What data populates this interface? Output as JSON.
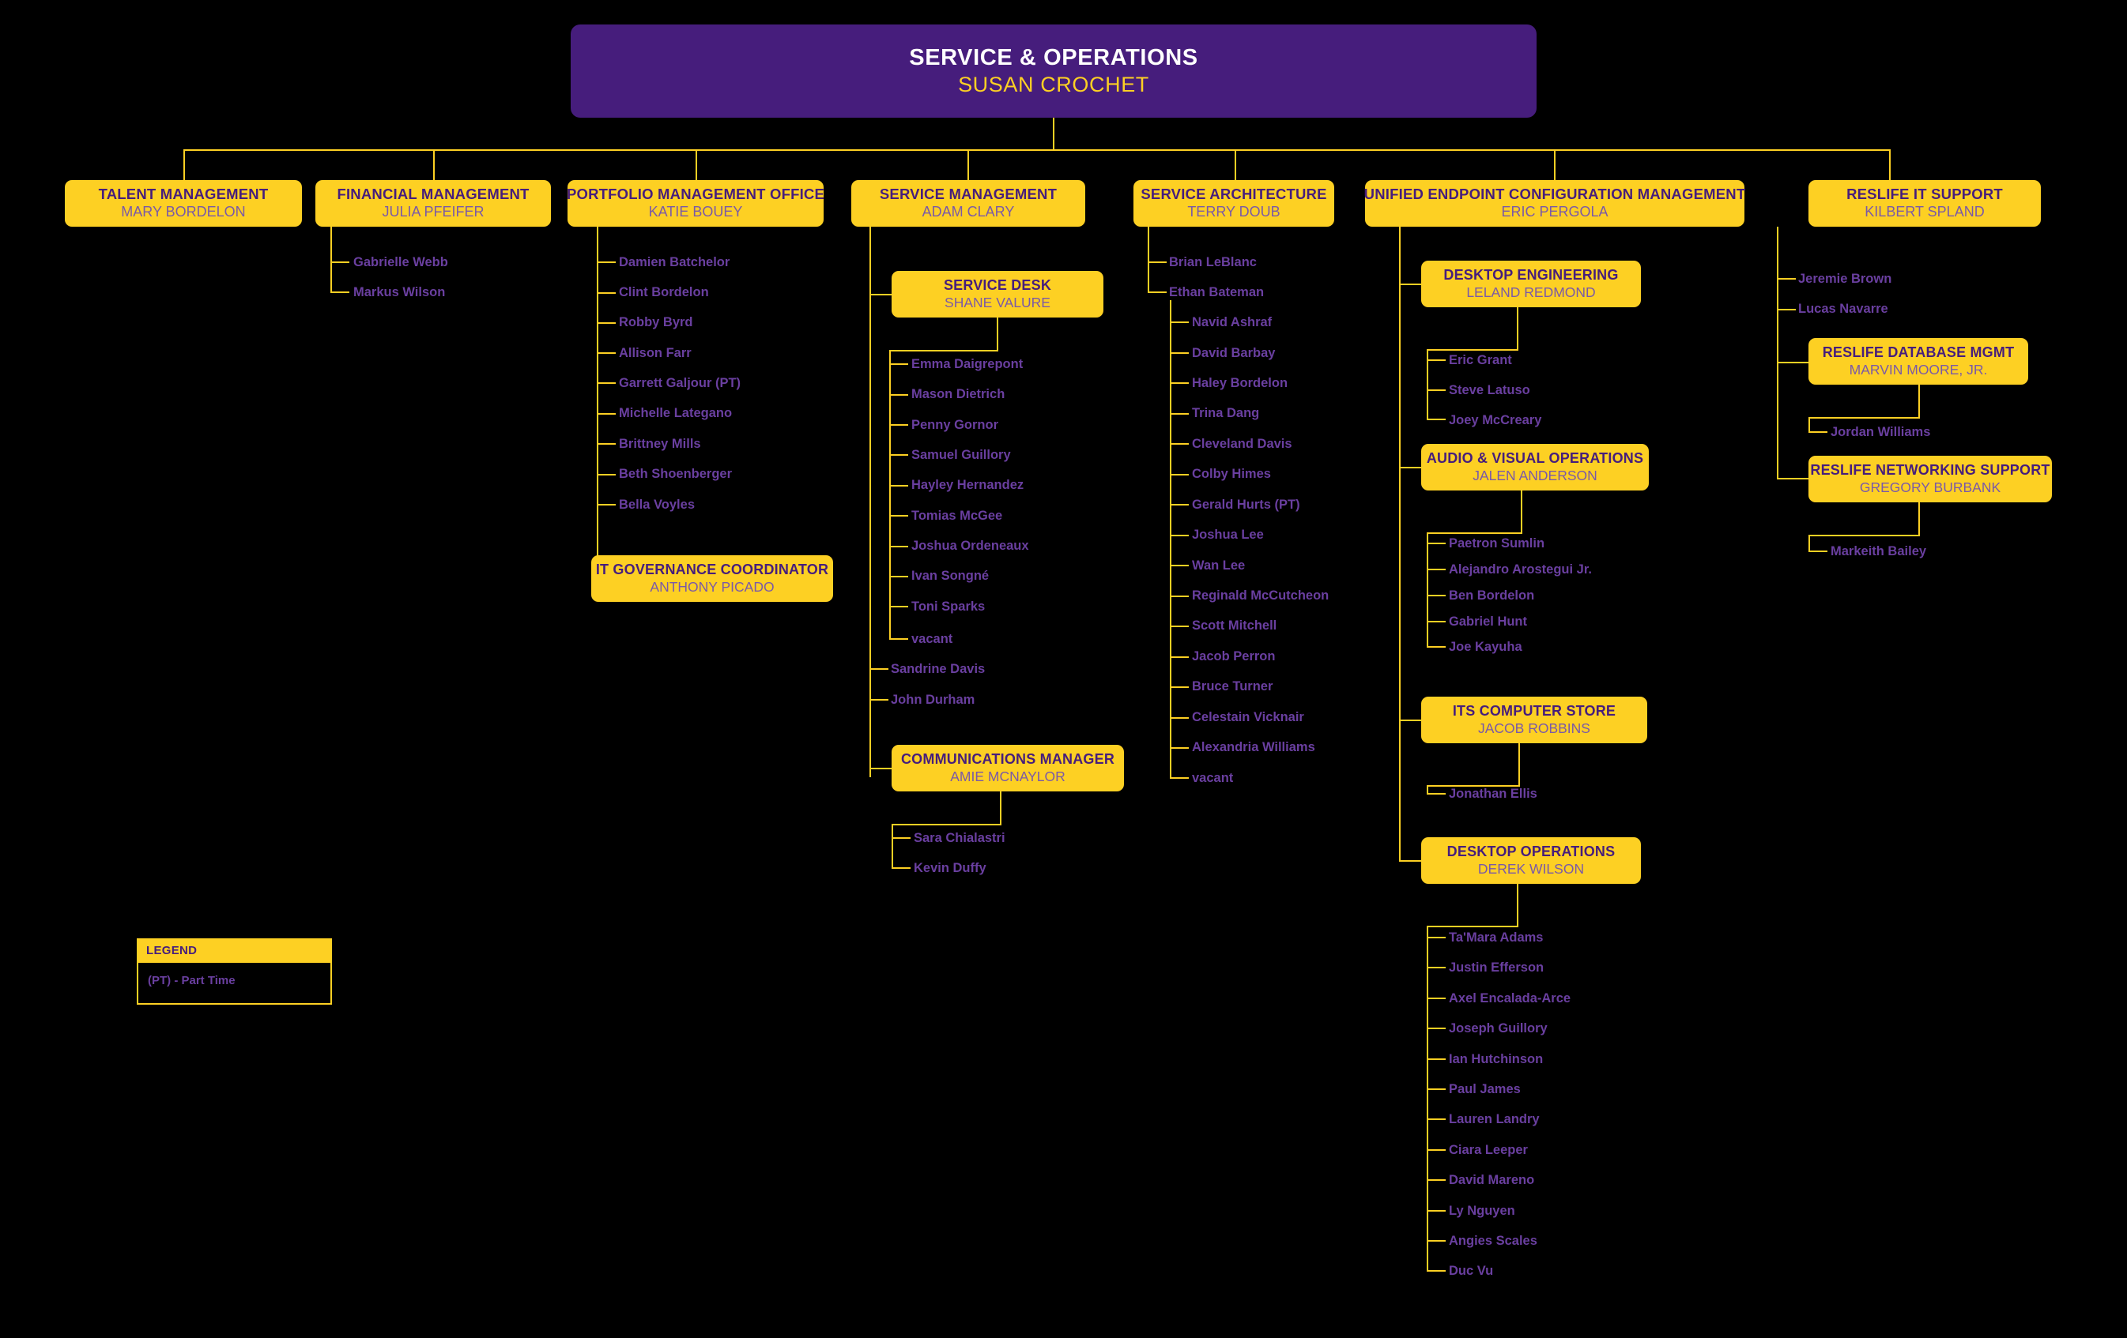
{
  "theme": {
    "background": "#000000",
    "gold": "#FDD023",
    "purple": "#461D7C",
    "leaf_purple": "#6A3FA0",
    "subtitle_purple": "#7A59A8",
    "root_title_color": "#FFFFFF"
  },
  "chart_data": {
    "type": "diagram",
    "title": "Service & Operations Organizational Chart"
  },
  "root": {
    "title": "SERVICE & OPERATIONS",
    "person": "SUSAN CROCHET"
  },
  "divisions": [
    {
      "id": "talent-management",
      "title": "TALENT MANAGEMENT",
      "person": "MARY BORDELON",
      "reports": [
        "Gabrielle Webb",
        "Markus Wilson"
      ]
    },
    {
      "id": "financial-management",
      "title": "FINANCIAL MANAGEMENT",
      "person": "JULIA PFEIFER",
      "reports": []
    },
    {
      "id": "portfolio-management-office",
      "title": "PORTFOLIO MANAGEMENT OFFICE",
      "person": "KATIE BOUEY",
      "reports": [
        "Damien Batchelor",
        "Clint Bordelon",
        "Robby Byrd",
        "Allison Farr",
        "Garrett Galjour (PT)",
        "Michelle Lategano",
        "Brittney Mills",
        "Beth Shoenberger",
        "Bella Voyles"
      ],
      "sub_boxes": [
        {
          "id": "it-governance-coordinator",
          "title": "IT GOVERNANCE COORDINATOR",
          "person": "ANTHONY PICADO",
          "reports": []
        }
      ]
    },
    {
      "id": "service-management",
      "title": "SERVICE MANAGEMENT",
      "person": "ADAM CLARY",
      "reports": [
        "Sandrine Davis",
        "John Durham"
      ],
      "sub_boxes": [
        {
          "id": "service-desk",
          "title": "SERVICE DESK",
          "person": "SHANE VALURE",
          "reports": [
            "Emma Daigrepont",
            "Mason Dietrich",
            "Penny Gornor",
            "Samuel Guillory",
            "Hayley Hernandez",
            "Tomias McGee",
            "Joshua Ordeneaux",
            "Ivan Songné",
            "Toni Sparks",
            "vacant"
          ]
        },
        {
          "id": "communications-manager",
          "title": "COMMUNICATIONS MANAGER",
          "person": "AMIE MCNAYLOR",
          "reports": [
            "Sara Chialastri",
            "Kevin Duffy"
          ]
        }
      ]
    },
    {
      "id": "service-architecture",
      "title": "SERVICE ARCHITECTURE",
      "person": "TERRY DOUB",
      "reports": [
        "Brian LeBlanc",
        "Ethan Bateman"
      ],
      "nested_reports": [
        "Navid Ashraf",
        "David Barbay",
        "Haley Bordelon",
        "Trina Dang",
        "Cleveland Davis",
        "Colby Himes",
        "Gerald Hurts (PT)",
        "Joshua Lee",
        "Wan Lee",
        "Reginald McCutcheon",
        "Scott Mitchell",
        "Jacob Perron",
        "Bruce Turner",
        "Celestain Vicknair",
        "Alexandria Williams",
        "vacant"
      ]
    },
    {
      "id": "unified-endpoint-configuration-management",
      "title": "UNIFIED ENDPOINT CONFIGURATION MANAGEMENT",
      "person": "ERIC PERGOLA",
      "reports": [],
      "sub_boxes": [
        {
          "id": "desktop-engineering",
          "title": "DESKTOP ENGINEERING",
          "person": "LELAND REDMOND",
          "reports": [
            "Eric Grant",
            "Steve Latuso",
            "Joey McCreary"
          ]
        },
        {
          "id": "audio-visual-operations",
          "title": "AUDIO & VISUAL OPERATIONS",
          "person": "JALEN ANDERSON",
          "reports": [
            "Paetron Sumlin",
            "Alejandro Arostegui Jr.",
            "Ben Bordelon",
            "Gabriel Hunt",
            "Joe Kayuha"
          ]
        },
        {
          "id": "its-computer-store",
          "title": "ITS COMPUTER STORE",
          "person": "JACOB ROBBINS",
          "reports": [
            "Jonathan Ellis"
          ]
        },
        {
          "id": "desktop-operations",
          "title": "DESKTOP OPERATIONS",
          "person": "DEREK WILSON",
          "reports": [
            "Ta'Mara Adams",
            "Justin Efferson",
            "Axel Encalada-Arce",
            "Joseph Guillory",
            "Ian Hutchinson",
            "Paul James",
            "Lauren Landry",
            "Ciara Leeper",
            "David Mareno",
            "Ly Nguyen",
            "Angies Scales",
            "Duc Vu"
          ]
        }
      ]
    },
    {
      "id": "reslife-it-support",
      "title": "RESLIFE IT SUPPORT",
      "person": "KILBERT SPLAND",
      "reports": [
        "Jeremie Brown",
        "Lucas Navarre"
      ],
      "sub_boxes": [
        {
          "id": "reslife-database-mgmt",
          "title": "RESLIFE DATABASE MGMT",
          "person": "MARVIN MOORE, JR.",
          "reports": [
            "Jordan Williams"
          ]
        },
        {
          "id": "reslife-networking-support",
          "title": "RESLIFE NETWORKING SUPPORT",
          "person": "GREGORY BURBANK",
          "reports": [
            "Markeith Bailey"
          ]
        }
      ]
    }
  ],
  "legend": {
    "header": "LEGEND",
    "items": [
      "(PT) - Part Time"
    ]
  }
}
